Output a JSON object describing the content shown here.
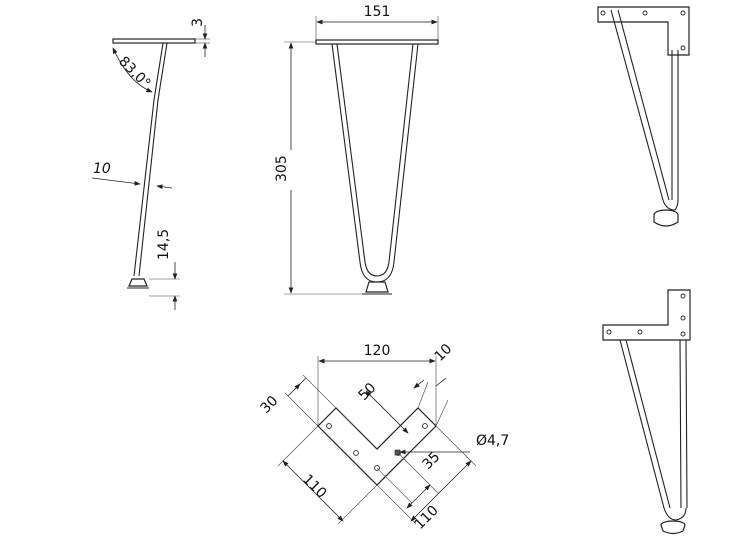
{
  "diagram": {
    "side_view": {
      "plate_thickness": "3",
      "leg_angle": "83,0°",
      "rod_diameter": "10",
      "foot_height": "14,5"
    },
    "front_view": {
      "plate_width": "151",
      "overall_height": "305"
    },
    "plate_view": {
      "total_span": "120",
      "arm_width_top": "10",
      "inner_offset": "50",
      "edge_offset": "30",
      "hole_diameter": "Ø4,7",
      "hole_spacing": "35",
      "arm_length_left": "110",
      "arm_length_right": "110"
    }
  }
}
